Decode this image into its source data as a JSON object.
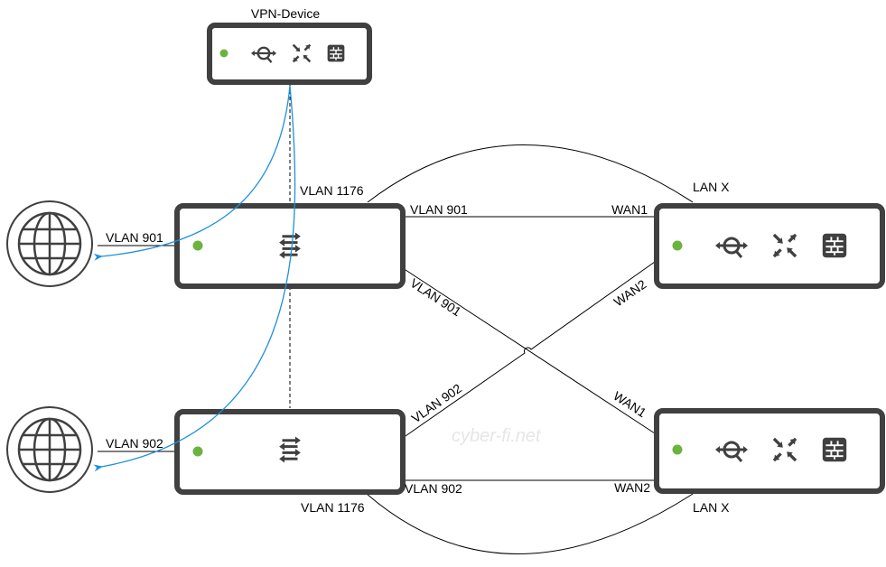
{
  "diagram": {
    "watermark": "cyber-fi.net",
    "colors": {
      "device_border": "#404040",
      "status_dot": "#6cb33f",
      "traffic_flow": "#1e90dd",
      "link": "#000000"
    },
    "nodes": {
      "vpn_device": {
        "title": "VPN-Device",
        "icons": [
          "status-dot",
          "sd-wan-icon",
          "vpn-icon",
          "firewall-icon"
        ]
      },
      "switch_top": {
        "icons": [
          "status-dot",
          "switch-icon"
        ]
      },
      "switch_bottom": {
        "icons": [
          "status-dot",
          "switch-icon"
        ]
      },
      "fw_top": {
        "icons": [
          "status-dot",
          "sd-wan-icon",
          "vpn-icon",
          "firewall-icon"
        ]
      },
      "fw_bottom": {
        "icons": [
          "status-dot",
          "sd-wan-icon",
          "vpn-icon",
          "firewall-icon"
        ]
      },
      "internet_top": {
        "icon": "globe-icon"
      },
      "internet_bottom": {
        "icon": "globe-icon"
      }
    },
    "labels": {
      "internet_top_link": "VLAN 901",
      "internet_bottom_link": "VLAN 902",
      "sw_top_arc": "VLAN 1176",
      "sw_bottom_arc": "VLAN 1176",
      "sw_top_to_fw_top": "VLAN 901",
      "fw_top_wan1": "WAN1",
      "fw_top_lan": "LAN X",
      "sw_top_to_fw_bottom": "VLAN 901",
      "fw_bottom_wan1": "WAN1",
      "sw_bottom_to_fw_top": "VLAN 902",
      "fw_top_wan2": "WAN2",
      "sw_bottom_to_fw_bottom": "VLAN 902",
      "fw_bottom_wan2": "WAN2",
      "fw_bottom_lan": "LAN X"
    }
  }
}
